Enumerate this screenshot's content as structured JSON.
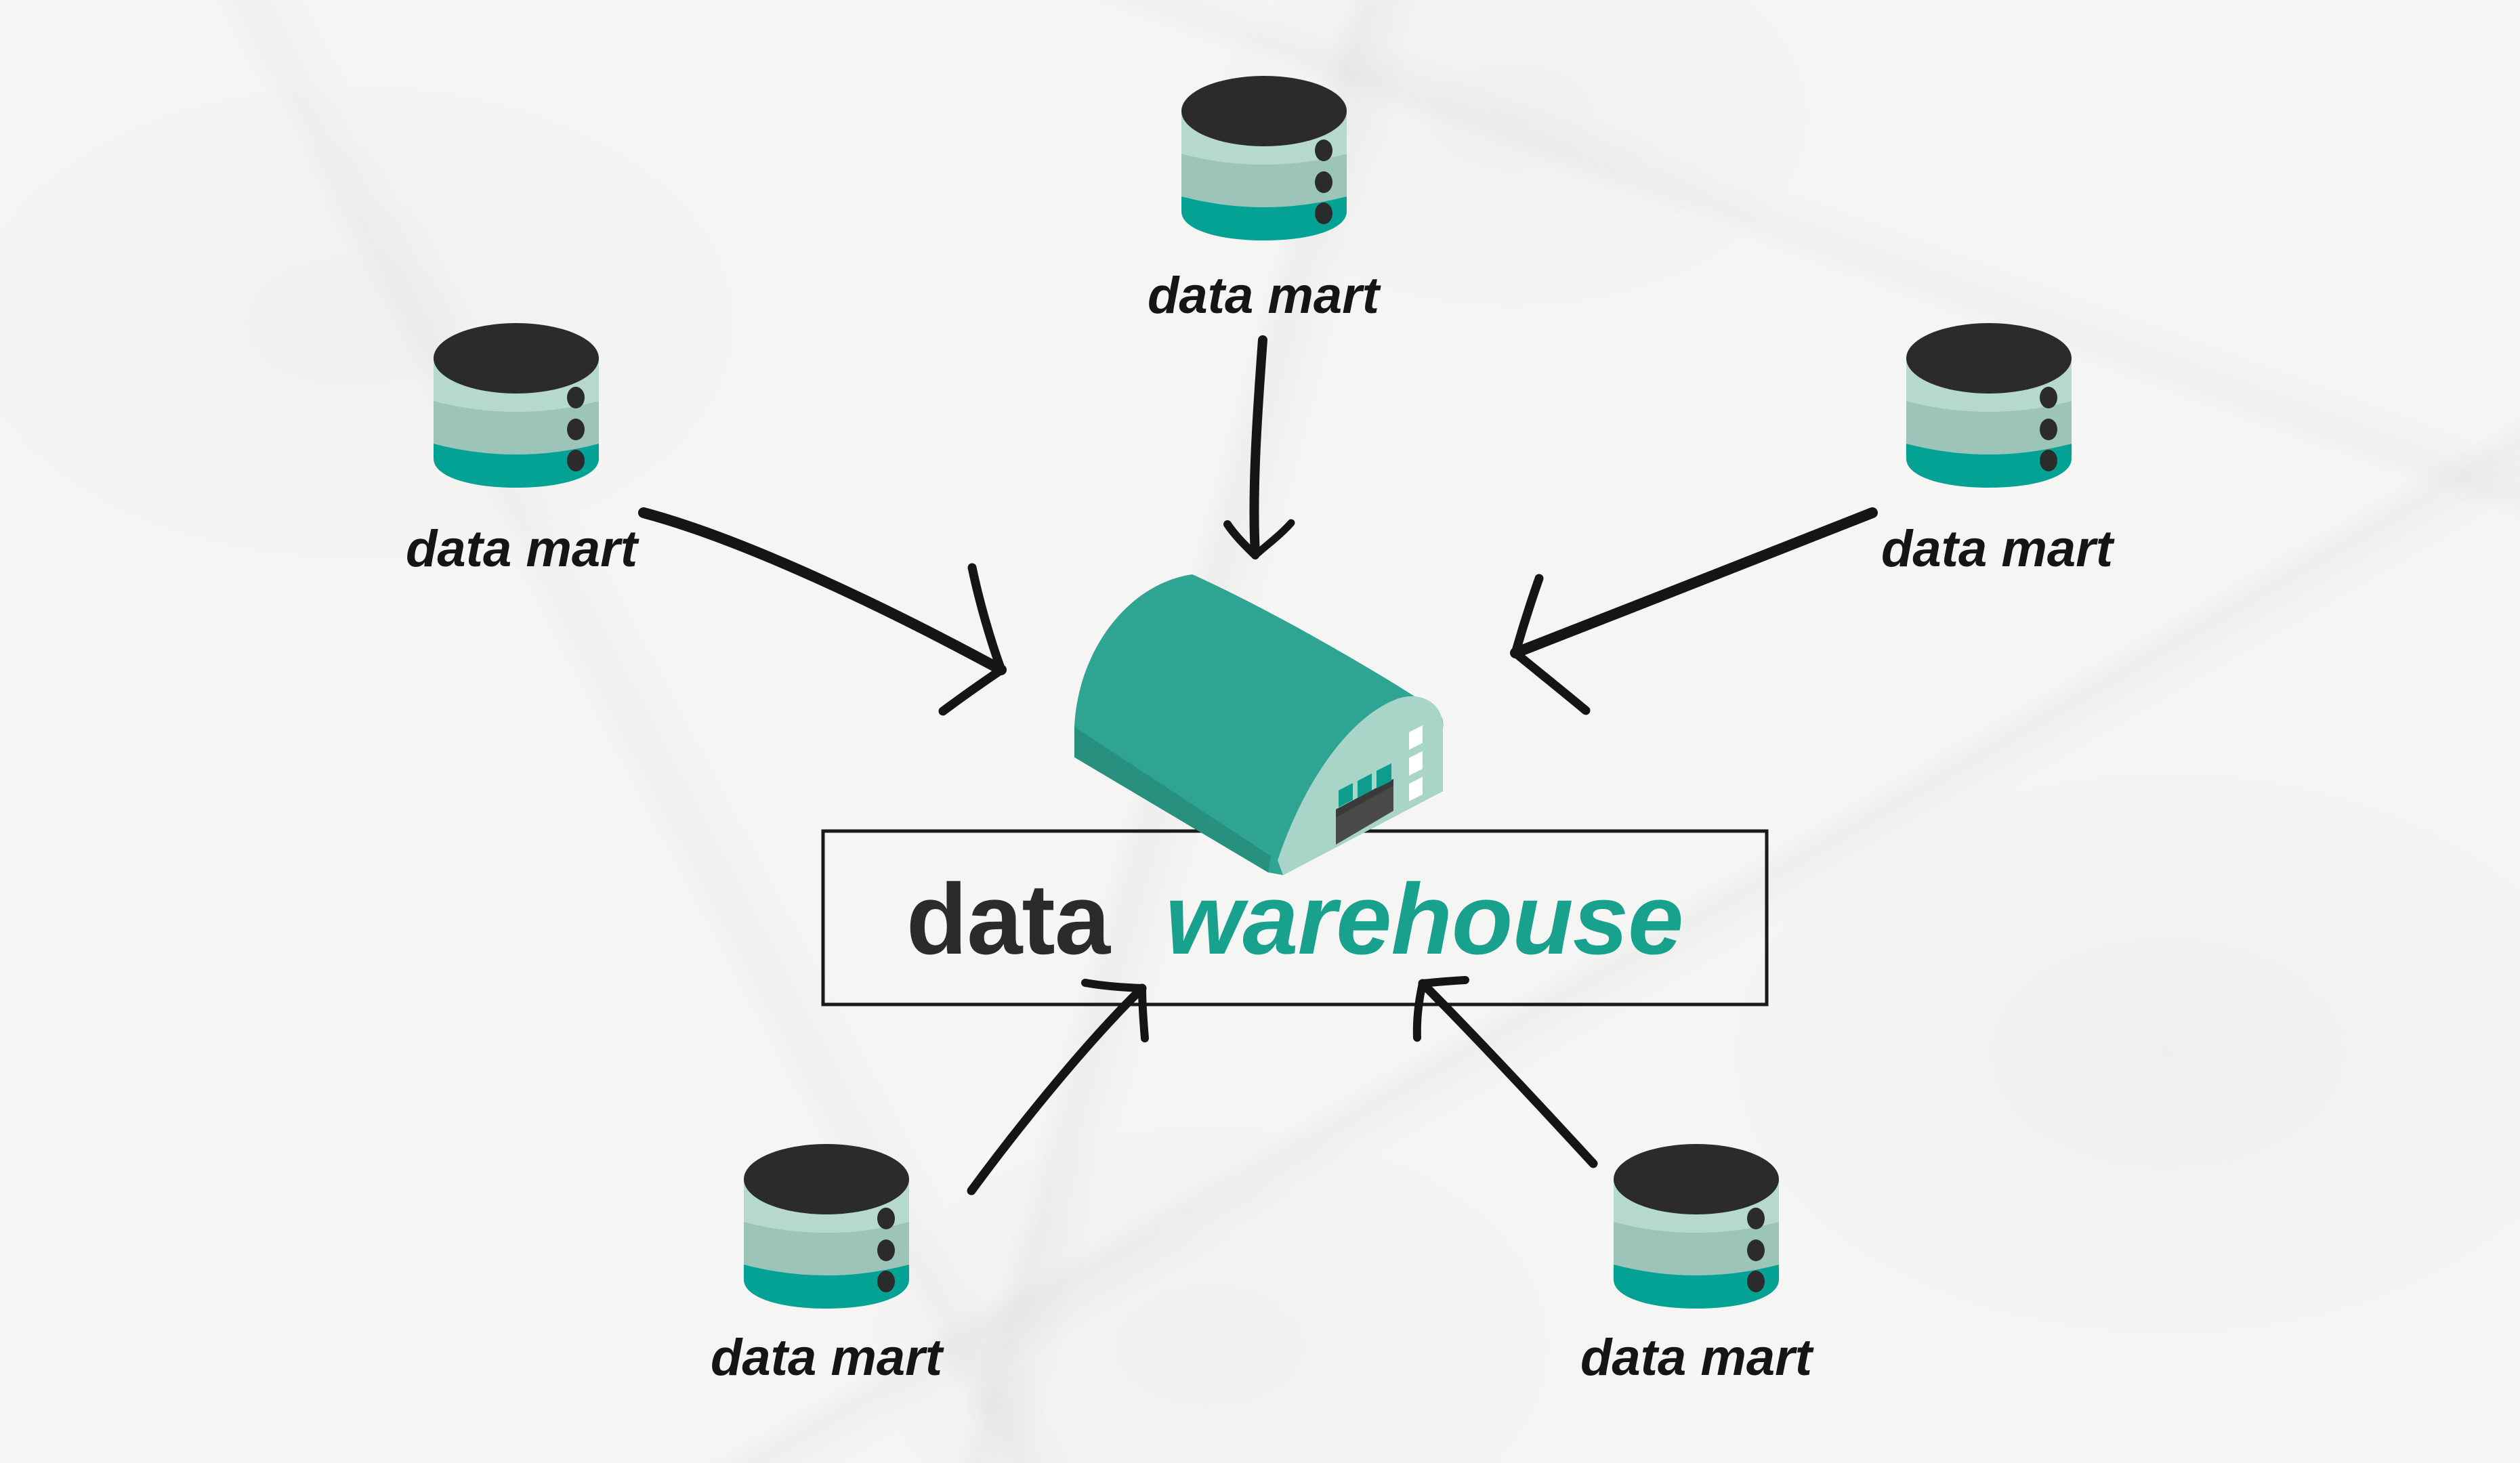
{
  "diagram": {
    "type": "hub-and-spoke data architecture diagram",
    "title": {
      "word_dark": "data",
      "word_teal": "warehouse"
    },
    "warehouse": {
      "name": "data warehouse",
      "icon": "warehouse-building-icon"
    },
    "data_marts": [
      {
        "id": "top",
        "label": "data mart",
        "icon": "database-cylinder-icon"
      },
      {
        "id": "left",
        "label": "data mart",
        "icon": "database-cylinder-icon"
      },
      {
        "id": "right",
        "label": "data mart",
        "icon": "database-cylinder-icon"
      },
      {
        "id": "bottom-left",
        "label": "data mart",
        "icon": "database-cylinder-icon"
      },
      {
        "id": "bottom-right",
        "label": "data mart",
        "icon": "database-cylinder-icon"
      }
    ],
    "connections": [
      {
        "from": "data-mart-top",
        "to": "data-warehouse",
        "style": "hand-drawn-arrow"
      },
      {
        "from": "data-mart-left",
        "to": "data-warehouse",
        "style": "hand-drawn-arrow"
      },
      {
        "from": "data-mart-right",
        "to": "data-warehouse",
        "style": "hand-drawn-arrow"
      },
      {
        "from": "data-mart-bottom-left",
        "to": "data-warehouse",
        "style": "hand-drawn-arrow"
      },
      {
        "from": "data-mart-bottom-right",
        "to": "data-warehouse",
        "style": "hand-drawn-arrow"
      }
    ],
    "colors": {
      "background": "#f5f5f4",
      "arrow": "#151515",
      "box_border": "#1a1a1a",
      "title_dark": "#2b2b2b",
      "title_teal": "#18a18c",
      "label_text": "#151515",
      "cylinder_top": "#2b2b2b",
      "cylinder_band_light": "#b5d9ce",
      "cylinder_band_mid": "#9dc4b9",
      "cylinder_band_teal": "#04a295",
      "cylinder_dot": "#2b2b2b",
      "warehouse_roof": "#2fa493",
      "warehouse_side": "#27907f",
      "warehouse_face": "#a9d4c8",
      "warehouse_door": "#4a4a4a",
      "warehouse_door_shadow": "#3a3a3a",
      "window_teal": "#0d9c8d",
      "window_white": "#ffffff"
    }
  }
}
